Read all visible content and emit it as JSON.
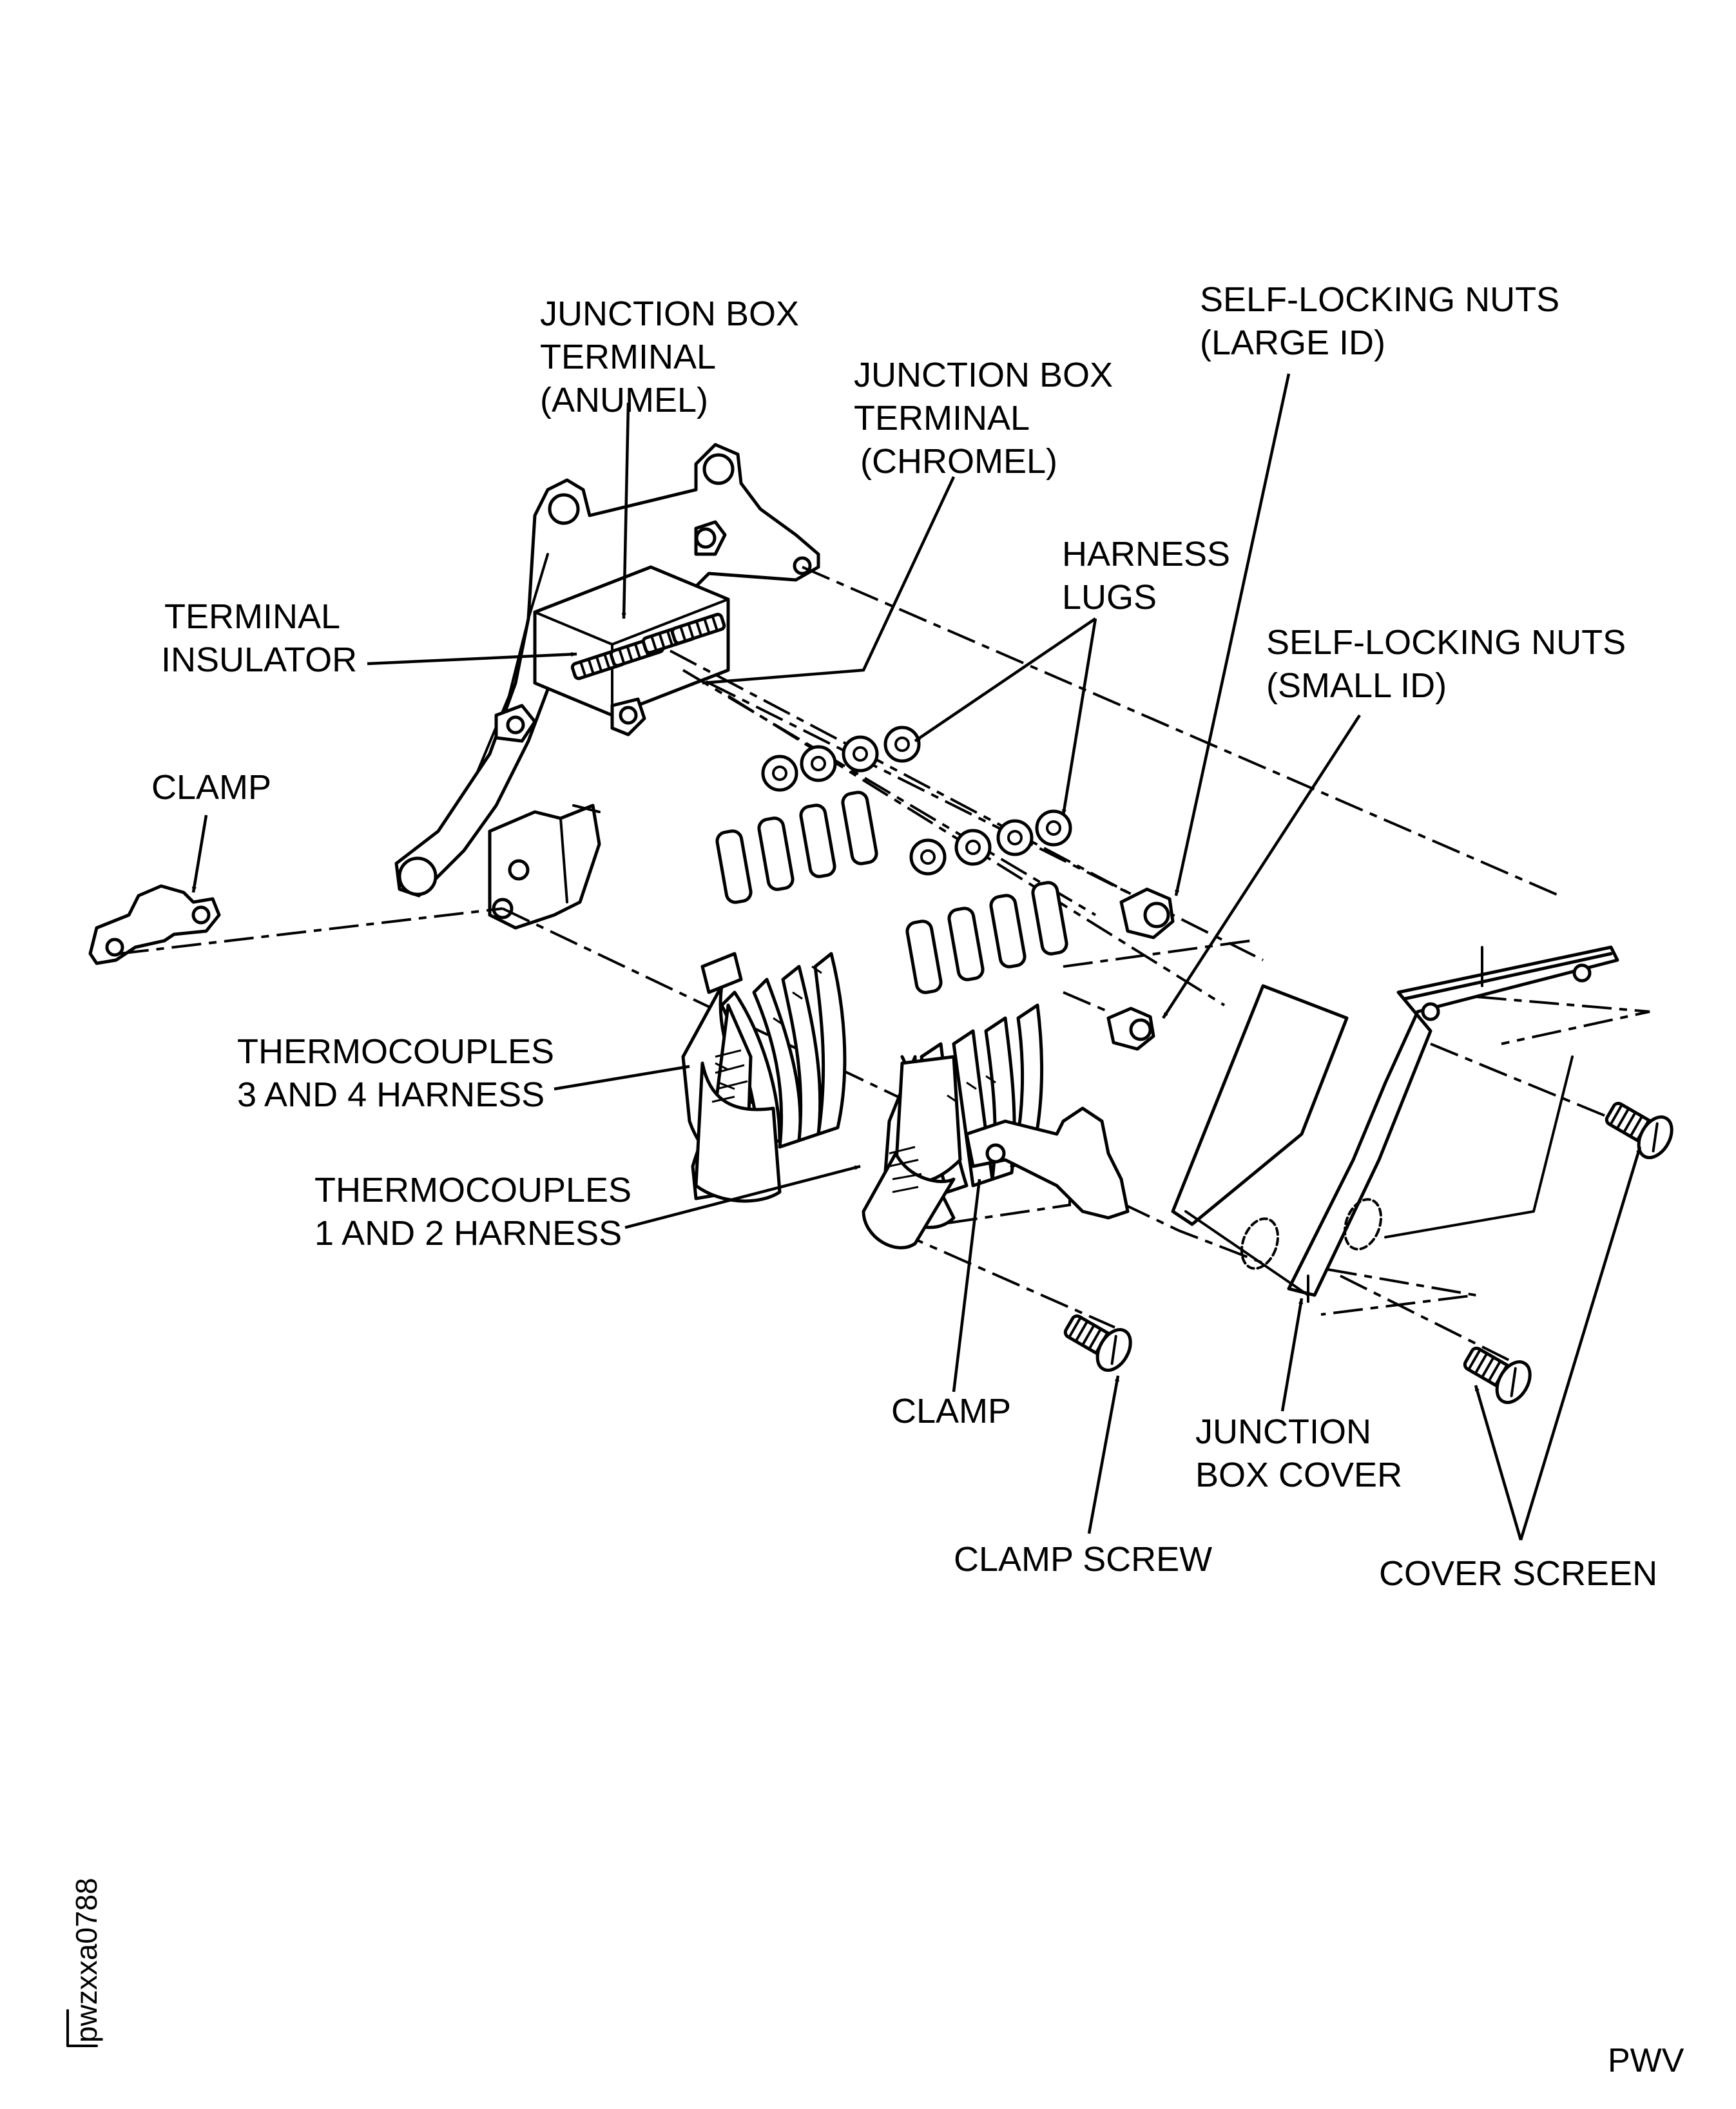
{
  "labels": {
    "junction_box_terminal_anumel": [
      "JUNCTION BOX",
      "TERMINAL",
      "(ANUMEL)"
    ],
    "junction_box_terminal_chromel": [
      "JUNCTION BOX",
      "TERMINAL",
      "(CHROMEL)"
    ],
    "self_locking_nuts_large": [
      "SELF-LOCKING NUTS",
      "(LARGE ID)"
    ],
    "harness_lugs": [
      "HARNESS",
      "LUGS"
    ],
    "self_locking_nuts_small": [
      "SELF-LOCKING NUTS",
      "(SMALL ID)"
    ],
    "terminal_insulator": [
      "TERMINAL",
      "INSULATOR"
    ],
    "clamp_left": "CLAMP",
    "thermocouples_3_4": [
      "THERMOCOUPLES",
      "3 AND 4 HARNESS"
    ],
    "thermocouples_1_2": [
      "THERMOCOUPLES",
      "1 AND 2 HARNESS"
    ],
    "clamp_center": "CLAMP",
    "junction_box_cover": [
      "JUNCTION",
      "BOX COVER"
    ],
    "clamp_screw": "CLAMP SCREW",
    "cover_screen": "COVER SCREEN"
  },
  "figure_code": "pwzxxa0788",
  "footer_tag": "PWV"
}
